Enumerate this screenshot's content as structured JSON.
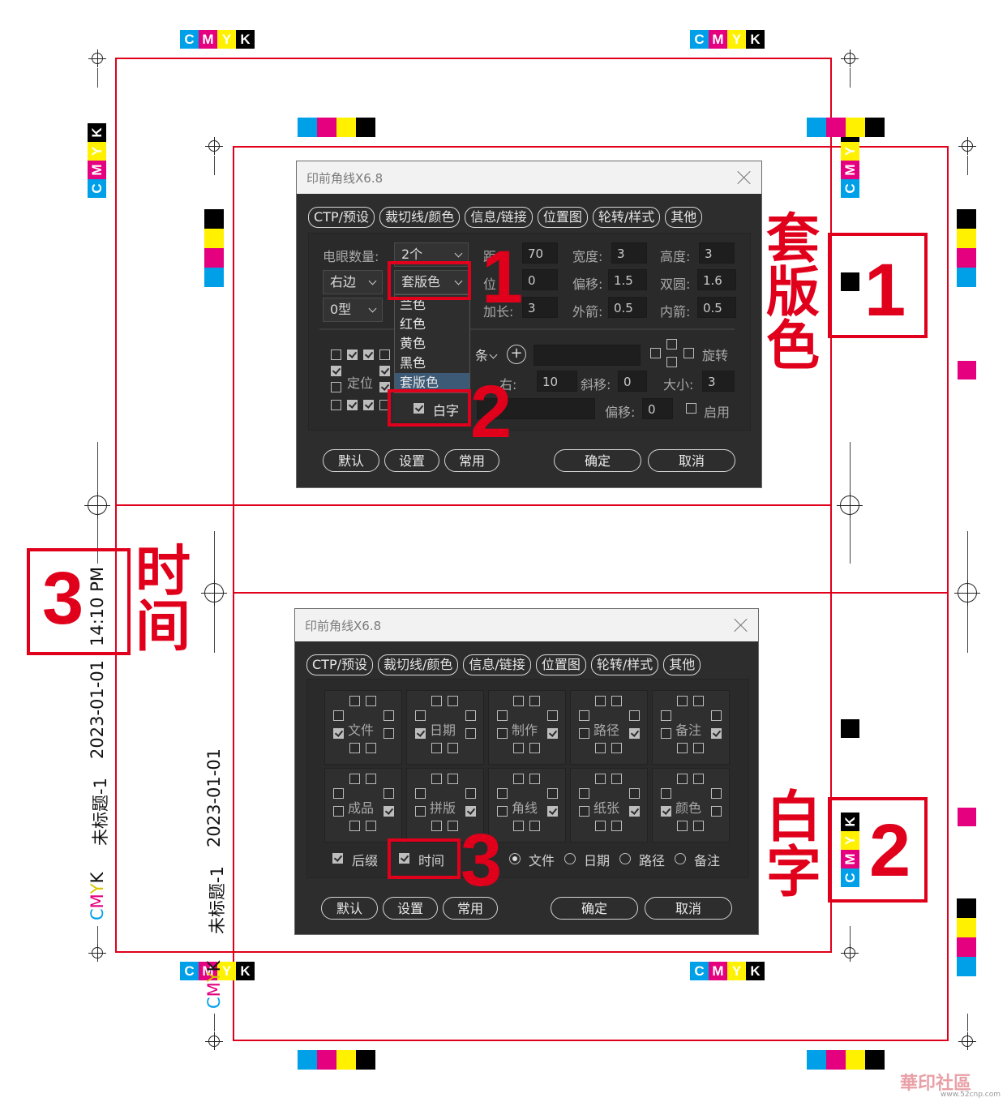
{
  "cmyk_letters": [
    "C",
    "M",
    "Y",
    "K"
  ],
  "colors": {
    "cyan": "#00a0e9",
    "magenta": "#e4007f",
    "yellow": "#fff100",
    "black": "#000000",
    "trim": "#e0001b"
  },
  "stamps": {
    "time": "14:10 PM",
    "date": "2023-01-01",
    "doc": "未标题-1",
    "cmyk_text": "CMYK"
  },
  "callouts": {
    "n1": "1",
    "n2": "2",
    "n3": "3",
    "label1": "套版色",
    "label2": "白字",
    "label3": "时间"
  },
  "dialog1": {
    "title": "印前角线X6.8",
    "tabs": [
      "CTP/预设",
      "裁切线/颜色",
      "信息/链接",
      "位置图",
      "轮转/样式",
      "其他"
    ],
    "eye_count_label": "电眼数量:",
    "eye_count_value": "2个",
    "side_value": "右边",
    "type_value": "0型",
    "color_value": "套版色",
    "dropdown_items": [
      "兰色",
      "红色",
      "黄色",
      "黑色",
      "套版色"
    ],
    "partial1": "距",
    "val_70": "70",
    "partial2": "位",
    "val_0": "0",
    "jiachang": "加长:",
    "val_3a": "3",
    "width_label": "宽度:",
    "width_value": "3",
    "height_label": "高度:",
    "height_value": "3",
    "offset_label": "偏移:",
    "offset_value": "1.5",
    "double_label": "双圆:",
    "double_value": "1.6",
    "outer_label": "外箭:",
    "outer_value": "0.5",
    "inner_label": "内箭:",
    "inner_value": "0.5",
    "position_label": "定位",
    "partial_combo": "条",
    "rotate_label": "旋转",
    "right_label": "右:",
    "right_value": "10",
    "skew_label": "斜移:",
    "skew_value": "0",
    "size_label": "大小:",
    "size_value": "3",
    "white_text_label": "白字",
    "offset2_label": "偏移:",
    "offset2_value": "0",
    "enable_label": "启用",
    "buttons": {
      "default": "默认",
      "settings": "设置",
      "common": "常用",
      "ok": "确定",
      "cancel": "取消"
    }
  },
  "dialog2": {
    "title": "印前角线X6.8",
    "tabs": [
      "CTP/预设",
      "裁切线/颜色",
      "信息/链接",
      "位置图",
      "轮转/样式",
      "其他"
    ],
    "cells": [
      "文件",
      "日期",
      "制作",
      "路径",
      "备注",
      "成品",
      "拼版",
      "角线",
      "纸张",
      "颜色"
    ],
    "rear_label": "后缀",
    "time_label": "时间",
    "radios": [
      "文件",
      "日期",
      "路径",
      "备注"
    ],
    "buttons": {
      "default": "默认",
      "settings": "设置",
      "common": "常用",
      "ok": "确定",
      "cancel": "取消"
    }
  },
  "watermark": {
    "title": "華印社區",
    "url": "www.52cnp.com"
  }
}
